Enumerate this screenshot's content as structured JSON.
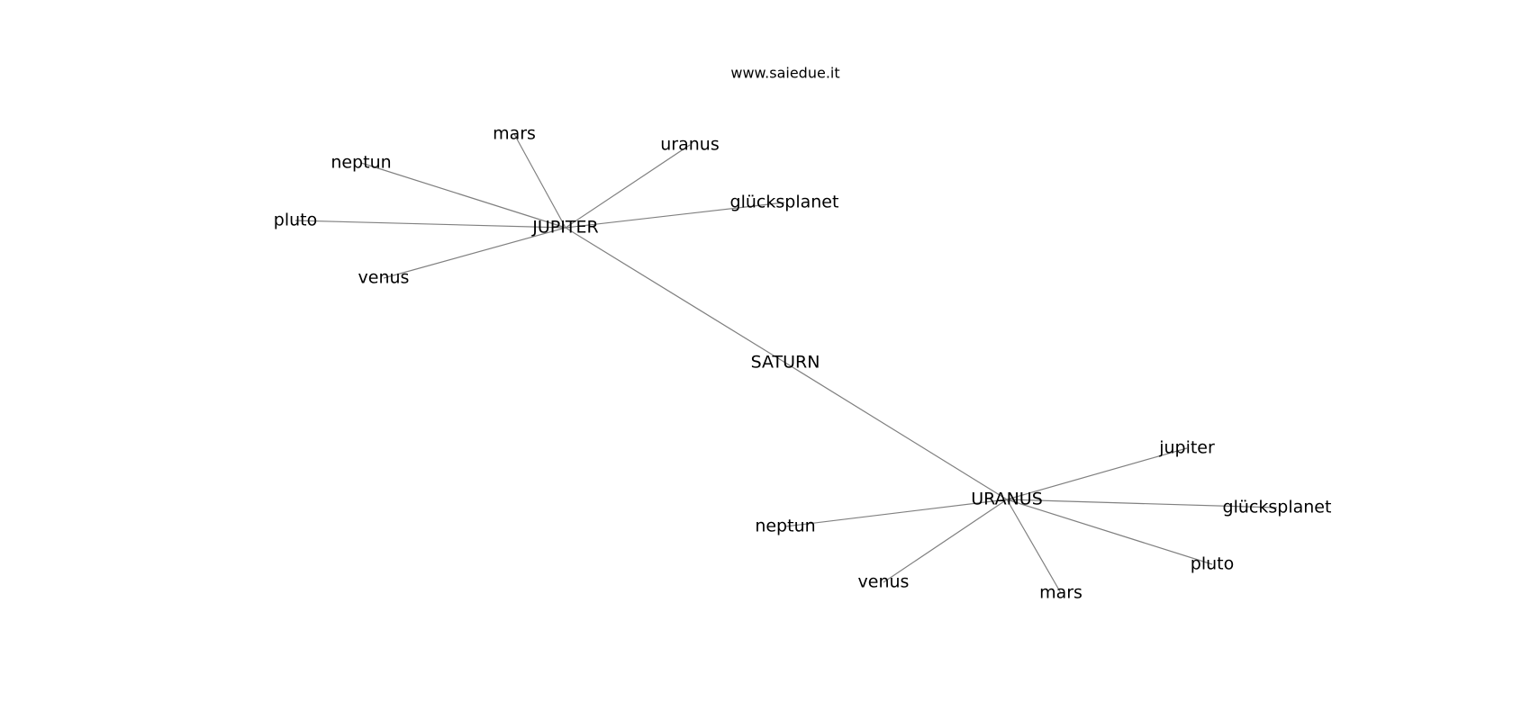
{
  "watermark": "www.saiedue.it",
  "nodes": [
    {
      "id": "jupiter_hub",
      "label": "JUPITER"
    },
    {
      "id": "saturn",
      "label": "SATURN"
    },
    {
      "id": "uranus_hub",
      "label": "URANUS"
    },
    {
      "id": "j_mars",
      "label": "mars"
    },
    {
      "id": "j_uranus",
      "label": "uranus"
    },
    {
      "id": "j_neptun",
      "label": "neptun"
    },
    {
      "id": "j_gluecksplanet",
      "label": "glücksplanet"
    },
    {
      "id": "j_pluto",
      "label": "pluto"
    },
    {
      "id": "j_venus",
      "label": "venus"
    },
    {
      "id": "u_jupiter",
      "label": "jupiter"
    },
    {
      "id": "u_gluecksplanet",
      "label": "glücksplanet"
    },
    {
      "id": "u_neptun",
      "label": "neptun"
    },
    {
      "id": "u_pluto",
      "label": "pluto"
    },
    {
      "id": "u_venus",
      "label": "venus"
    },
    {
      "id": "u_mars",
      "label": "mars"
    }
  ],
  "edges": [
    [
      "jupiter_hub",
      "saturn"
    ],
    [
      "saturn",
      "uranus_hub"
    ],
    [
      "jupiter_hub",
      "j_mars"
    ],
    [
      "jupiter_hub",
      "j_uranus"
    ],
    [
      "jupiter_hub",
      "j_neptun"
    ],
    [
      "jupiter_hub",
      "j_gluecksplanet"
    ],
    [
      "jupiter_hub",
      "j_pluto"
    ],
    [
      "jupiter_hub",
      "j_venus"
    ],
    [
      "uranus_hub",
      "u_jupiter"
    ],
    [
      "uranus_hub",
      "u_gluecksplanet"
    ],
    [
      "uranus_hub",
      "u_neptun"
    ],
    [
      "uranus_hub",
      "u_pluto"
    ],
    [
      "uranus_hub",
      "u_venus"
    ],
    [
      "uranus_hub",
      "u_mars"
    ]
  ]
}
